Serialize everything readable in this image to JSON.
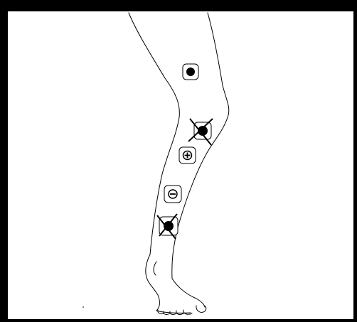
{
  "figure": {
    "subject": "leg-electrode-placement",
    "colors": {
      "frame": "#000000",
      "background": "#ffffff",
      "outline": "#000000",
      "electrode_fill": "#ffffff",
      "dot": "#000000"
    },
    "electrodes": [
      {
        "id": "thigh-dot",
        "marker": "dot",
        "crossed": false
      },
      {
        "id": "knee-crossed",
        "marker": "dot",
        "crossed": true
      },
      {
        "id": "upper-shin-plus",
        "marker": "plus",
        "crossed": false
      },
      {
        "id": "mid-shin-minus",
        "marker": "minus",
        "crossed": false
      },
      {
        "id": "lower-shin-crossed",
        "marker": "dot",
        "crossed": true
      }
    ]
  }
}
